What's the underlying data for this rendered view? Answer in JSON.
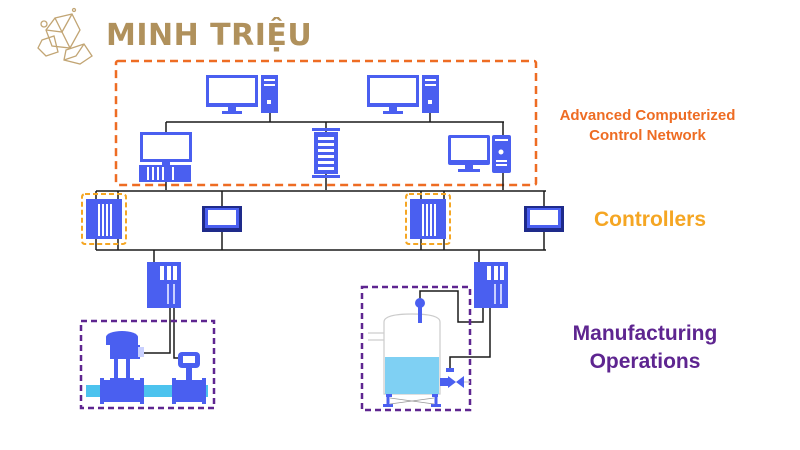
{
  "brand": {
    "name": "MINH TRIỆU",
    "logo_icon": "crystal-gem-icon"
  },
  "colors": {
    "brand_gold": "#b0915c",
    "device_blue": "#4a5ff0",
    "device_dark": "#1e2a8a",
    "network_orange": "#ee6c23",
    "controller_yellow": "#f5a623",
    "operations_purple": "#5e2590",
    "pipe_cyan": "#4cc3ee",
    "liquid_blue": "#7fd0f3"
  },
  "layers": [
    {
      "id": "network",
      "label_line1": "Advanced Computerized",
      "label_line2": "Control Network",
      "devices": [
        "workstation-1",
        "workstation-2",
        "engineering-station-plc",
        "server-rack",
        "operator-pc"
      ]
    },
    {
      "id": "controllers",
      "label": "Controllers",
      "devices": [
        "controller-1",
        "hmi-panel-1",
        "controller-2",
        "hmi-panel-2"
      ]
    },
    {
      "id": "operations",
      "label_line1": "Manufacturing",
      "label_line2": "Operations",
      "devices": [
        "io-module-1",
        "control-valve",
        "flow-meter",
        "io-module-2",
        "storage-tank",
        "level-sensor",
        "drain-valve"
      ]
    }
  ]
}
